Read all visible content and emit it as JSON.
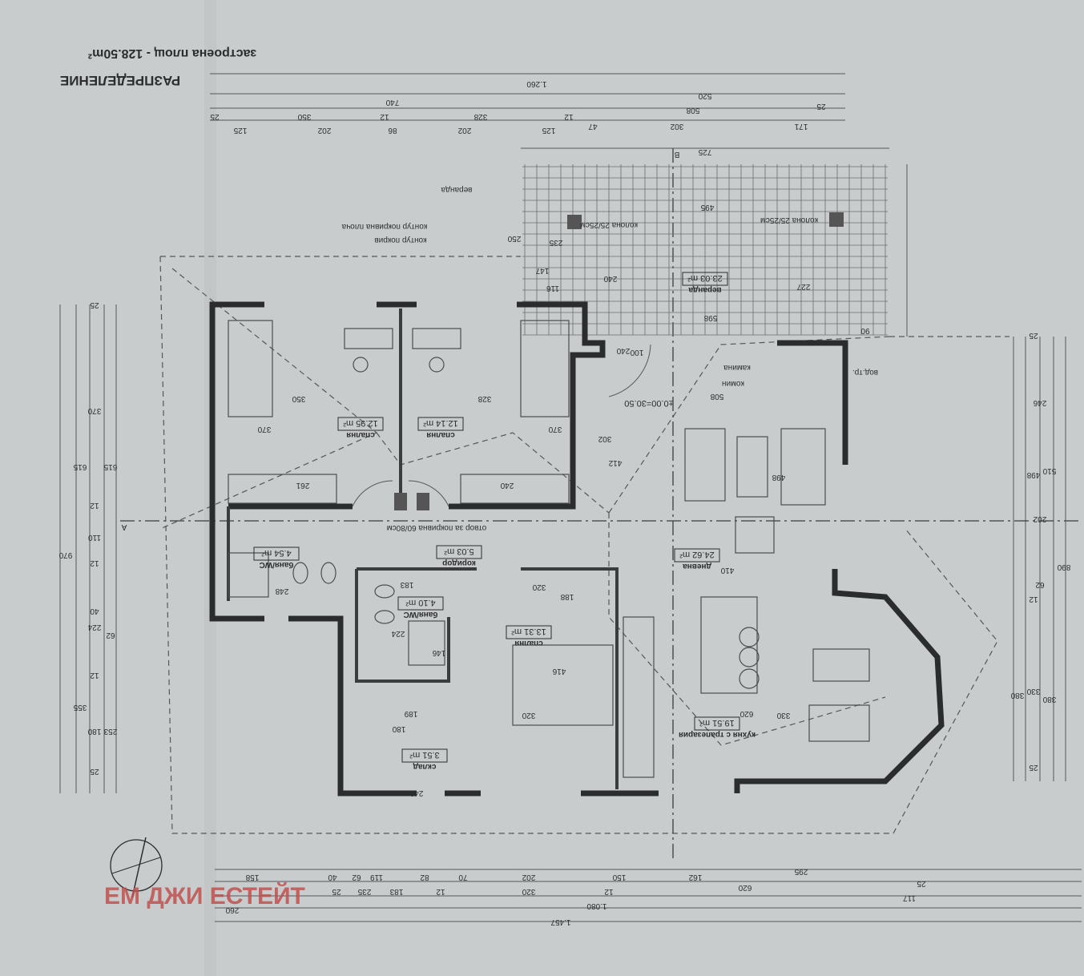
{
  "header": {
    "title": "РАЗПРЕДЕЛЕНИЕ",
    "built_area": "застроена площ - 128.50m²"
  },
  "rooms": [
    {
      "name": "спалня",
      "area": "12.95 m²"
    },
    {
      "name": "спалня",
      "area": "12.14 m²"
    },
    {
      "name": "баня/WC",
      "area": "4.54 m²"
    },
    {
      "name": "коридор",
      "area": "5.03 m²"
    },
    {
      "name": "баня/WC",
      "area": "4.10 m²"
    },
    {
      "name": "спалня",
      "area": "13.31 m²"
    },
    {
      "name": "склад",
      "area": "3.51 m²"
    },
    {
      "name": "дневна",
      "area": "24.62 m²"
    },
    {
      "name": "кухня с трапезария",
      "area": "19.51 m²"
    },
    {
      "name": "веранда",
      "area": "23.03 m²"
    }
  ],
  "annotations": {
    "level": "±0.00=30.50",
    "roof_opening": "отвор за покривна 60/80см",
    "roof_contour": "контур покрив",
    "roof_slab_contour": "контур покривна плоча",
    "veranda": "веранда",
    "column_1": "колона 25/25см",
    "column_2": "колона 25/25см",
    "fireplace": "камина",
    "chimney": "комин",
    "section_a": "A",
    "section_b": "B",
    "downpipe": "вод.тр."
  },
  "dimensions": {
    "top": [
      "1.260",
      "520",
      "740",
      "25",
      "508",
      "12",
      "328",
      "12",
      "350",
      "25",
      "171",
      "302",
      "47",
      "125",
      "202",
      "86",
      "202",
      "125",
      "725"
    ],
    "bottom": [
      "158",
      "62",
      "40",
      "119",
      "82",
      "70",
      "202",
      "150",
      "162",
      "295",
      "25",
      "235",
      "183",
      "12",
      "320",
      "12",
      "620",
      "25",
      "260",
      "1.080",
      "117",
      "1.457"
    ],
    "left": [
      "25",
      "370",
      "615",
      "615",
      "12",
      "110",
      "12",
      "224",
      "40",
      "62",
      "12",
      "355",
      "253",
      "180",
      "25",
      "970"
    ],
    "right": [
      "25",
      "246",
      "510",
      "498",
      "202",
      "890",
      "62",
      "12",
      "330",
      "380",
      "380",
      "25"
    ],
    "interior": [
      "350",
      "328",
      "370",
      "370",
      "412",
      "302",
      "261",
      "240",
      "508",
      "498",
      "410",
      "320",
      "188",
      "416",
      "320",
      "189",
      "180",
      "240",
      "146",
      "224",
      "183",
      "248",
      "620",
      "330",
      "495",
      "598",
      "227",
      "240",
      "250",
      "235",
      "147",
      "116",
      "240",
      "100",
      "90"
    ]
  },
  "watermark": "ЕМ ДЖИ ЕСТЕЙТ",
  "colors": {
    "paper": "#c9cccd",
    "ink": "#2b2d2f",
    "watermark": "#c0504d"
  }
}
